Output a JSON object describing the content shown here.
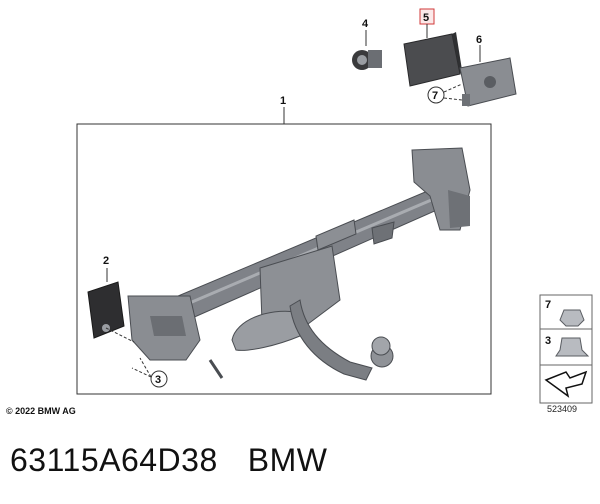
{
  "diagram": {
    "callouts": {
      "c1": "1",
      "c2": "2",
      "c3": "3",
      "c4": "4",
      "c5": "5",
      "c6": "6",
      "c7": "7"
    },
    "legend": {
      "item_a": "7",
      "item_b": "3"
    },
    "highlight_color": "#d23a3a"
  },
  "copyright": "© 2022 BMW AG",
  "reference_number": "523409",
  "footer": {
    "part_number": "63115A64D38",
    "brand": "BMW"
  }
}
